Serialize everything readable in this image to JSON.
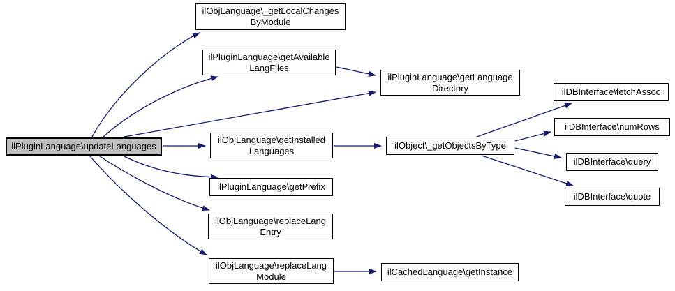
{
  "diagram": {
    "type": "call-graph",
    "colors": {
      "edge": "#191970",
      "node_border": "#000000",
      "node_fill": "#ffffff",
      "highlight_fill": "#bfbfbf",
      "background": "#ffffff"
    },
    "nodes": [
      {
        "id": "updateLanguages",
        "label": "ilPluginLanguage\\updateLanguages",
        "highlighted": true
      },
      {
        "id": "getLocalChangesByModule",
        "label": "ilObjLanguage\\_getLocalChanges\nByModule",
        "highlighted": false
      },
      {
        "id": "getAvailableLangFiles",
        "label": "ilPluginLanguage\\getAvailable\nLangFiles",
        "highlighted": false
      },
      {
        "id": "getLanguageDirectory",
        "label": "ilPluginLanguage\\getLanguage\nDirectory",
        "highlighted": false
      },
      {
        "id": "getInstalledLanguages",
        "label": "ilObjLanguage\\getInstalled\nLanguages",
        "highlighted": false
      },
      {
        "id": "getObjectsByType",
        "label": "ilObject\\_getObjectsByType",
        "highlighted": false
      },
      {
        "id": "fetchAssoc",
        "label": "ilDBInterface\\fetchAssoc",
        "highlighted": false
      },
      {
        "id": "numRows",
        "label": "ilDBInterface\\numRows",
        "highlighted": false
      },
      {
        "id": "query",
        "label": "ilDBInterface\\query",
        "highlighted": false
      },
      {
        "id": "quote",
        "label": "ilDBInterface\\quote",
        "highlighted": false
      },
      {
        "id": "getPrefix",
        "label": "ilPluginLanguage\\getPrefix",
        "highlighted": false
      },
      {
        "id": "replaceLangEntry",
        "label": "ilObjLanguage\\replaceLang\nEntry",
        "highlighted": false
      },
      {
        "id": "replaceLangModule",
        "label": "ilObjLanguage\\replaceLang\nModule",
        "highlighted": false
      },
      {
        "id": "getInstance",
        "label": "ilCachedLanguage\\getInstance",
        "highlighted": false
      }
    ],
    "edges": [
      {
        "from": "ilPluginLanguage\\updateLanguages",
        "to": "ilObjLanguage\\_getLocalChangesByModule"
      },
      {
        "from": "ilPluginLanguage\\updateLanguages",
        "to": "ilPluginLanguage\\getAvailableLangFiles"
      },
      {
        "from": "ilPluginLanguage\\updateLanguages",
        "to": "ilPluginLanguage\\getLanguageDirectory"
      },
      {
        "from": "ilPluginLanguage\\updateLanguages",
        "to": "ilObjLanguage\\getInstalledLanguages"
      },
      {
        "from": "ilPluginLanguage\\updateLanguages",
        "to": "ilPluginLanguage\\getPrefix"
      },
      {
        "from": "ilPluginLanguage\\updateLanguages",
        "to": "ilObjLanguage\\replaceLangEntry"
      },
      {
        "from": "ilPluginLanguage\\updateLanguages",
        "to": "ilObjLanguage\\replaceLangModule"
      },
      {
        "from": "ilPluginLanguage\\getAvailableLangFiles",
        "to": "ilPluginLanguage\\getLanguageDirectory"
      },
      {
        "from": "ilObjLanguage\\getInstalledLanguages",
        "to": "ilObject\\_getObjectsByType"
      },
      {
        "from": "ilObject\\_getObjectsByType",
        "to": "ilDBInterface\\fetchAssoc"
      },
      {
        "from": "ilObject\\_getObjectsByType",
        "to": "ilDBInterface\\numRows"
      },
      {
        "from": "ilObject\\_getObjectsByType",
        "to": "ilDBInterface\\query"
      },
      {
        "from": "ilObject\\_getObjectsByType",
        "to": "ilDBInterface\\quote"
      },
      {
        "from": "ilObjLanguage\\replaceLangModule",
        "to": "ilCachedLanguage\\getInstance"
      }
    ]
  }
}
